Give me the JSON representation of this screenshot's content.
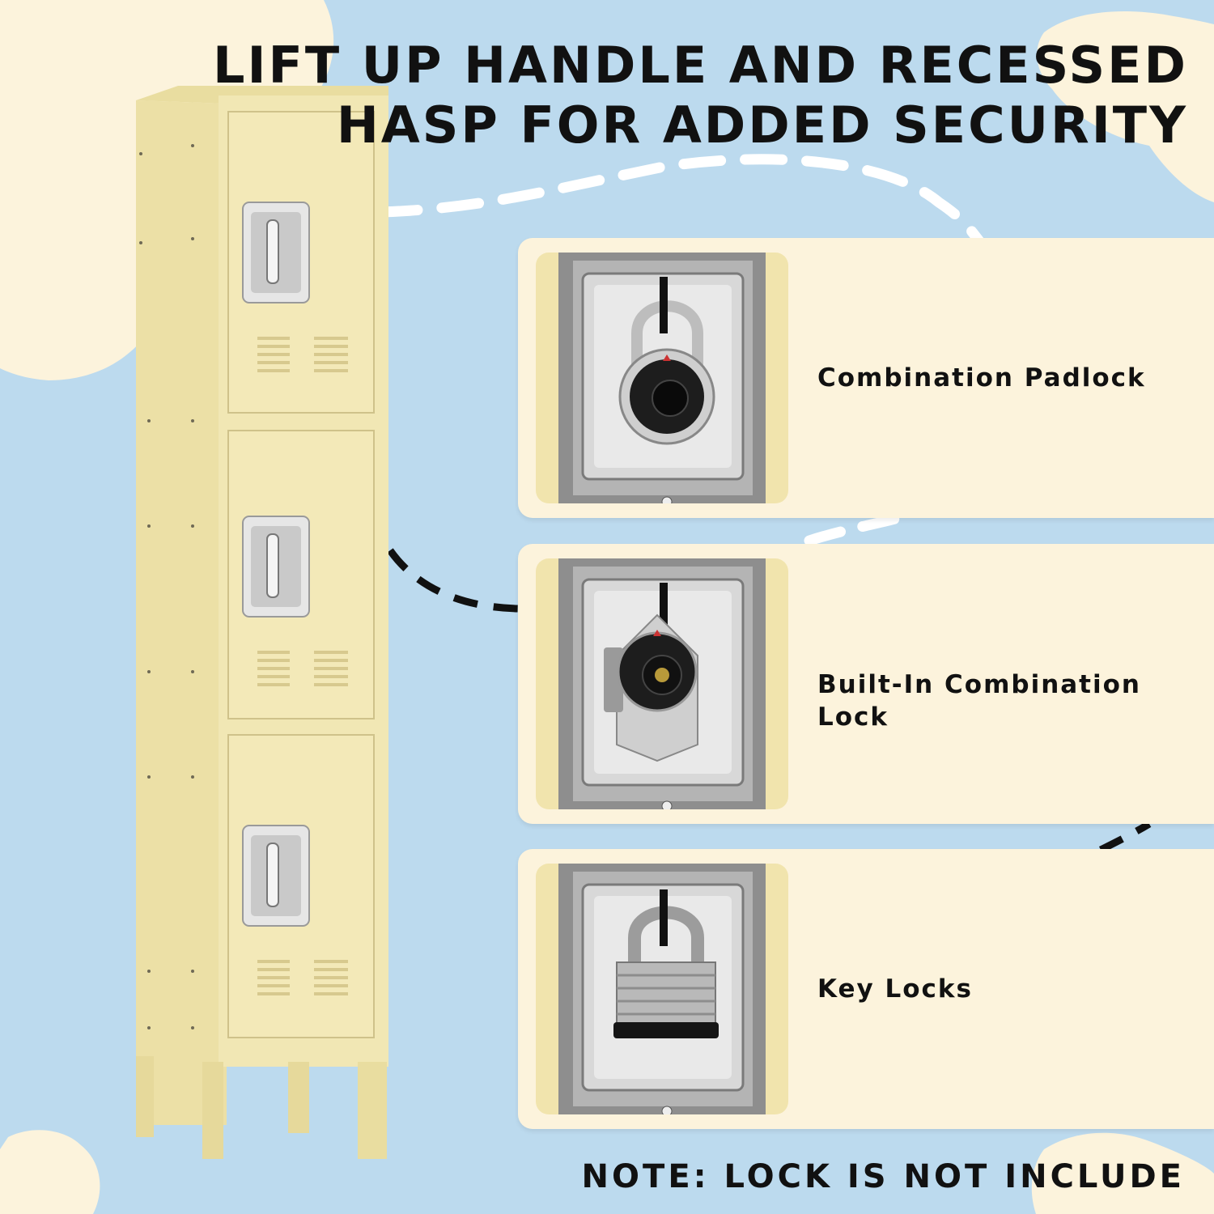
{
  "headline": {
    "line1": "LIFT UP HANDLE AND RECESSED",
    "line2": "HASP FOR ADDED SECURITY"
  },
  "lock_options": [
    {
      "label": "Combination Padlock",
      "icon": "combination-padlock-icon"
    },
    {
      "label": "Built-In Combination Lock",
      "icon": "built-in-combination-lock-icon"
    },
    {
      "label": "Key Locks",
      "icon": "key-padlock-icon"
    }
  ],
  "note": "NOTE:  LOCK IS NOT INCLUDE",
  "colors": {
    "background": "#bcdaee",
    "card": "#fcf3dc",
    "locker": "#f1e7b4",
    "text": "#111111"
  }
}
